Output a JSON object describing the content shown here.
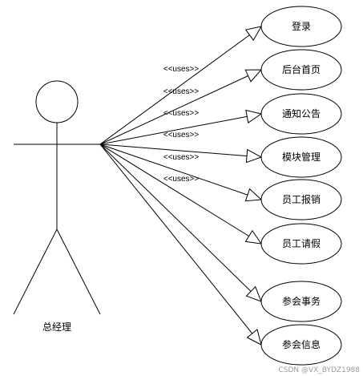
{
  "actor": {
    "name": "总经理"
  },
  "stereotype": "<<uses>>",
  "use_cases": [
    {
      "label": "登录"
    },
    {
      "label": "后台首页"
    },
    {
      "label": "通知公告"
    },
    {
      "label": "模块管理"
    },
    {
      "label": "员工报销"
    },
    {
      "label": "员工请假"
    },
    {
      "label": "参会事务"
    },
    {
      "label": "参会信息"
    }
  ],
  "watermark": "CSDN @VX_BYDZ1988"
}
